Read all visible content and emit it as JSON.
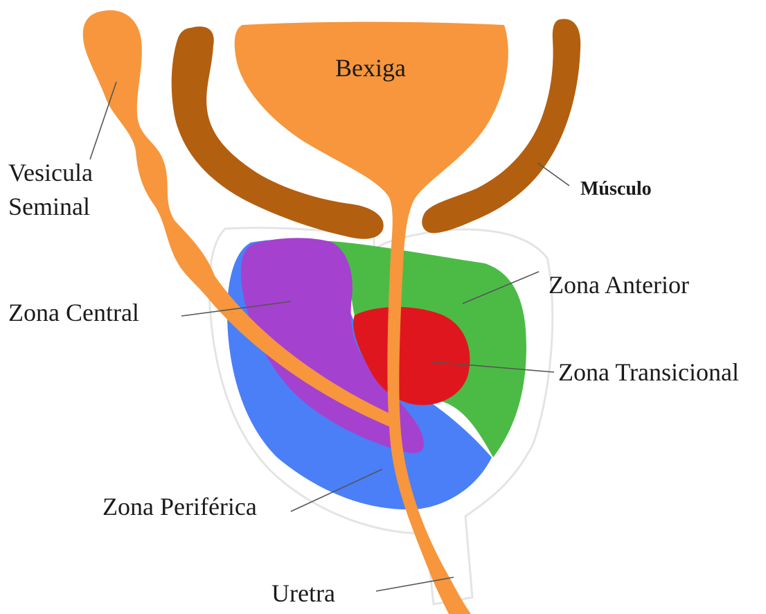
{
  "labels": {
    "bexiga": "Bexiga",
    "musculo": "Músculo",
    "vesicula_line1": "Vesicula",
    "vesicula_line2": "Seminal",
    "zona_central": "Zona Central",
    "zona_anterior": "Zona Anterior",
    "zona_transicional": "Zona Transicional",
    "zona_periferica": "Zona Periférica",
    "uretra": "Uretra"
  },
  "colors": {
    "bladder": "#F7963C",
    "muscle": "#B35F10",
    "central_zone": "#A541CF",
    "anterior_zone": "#4CBB46",
    "transition_zone": "#E0161E",
    "peripheral_zone": "#4A7FF7",
    "outline": "#E4E4E4"
  }
}
